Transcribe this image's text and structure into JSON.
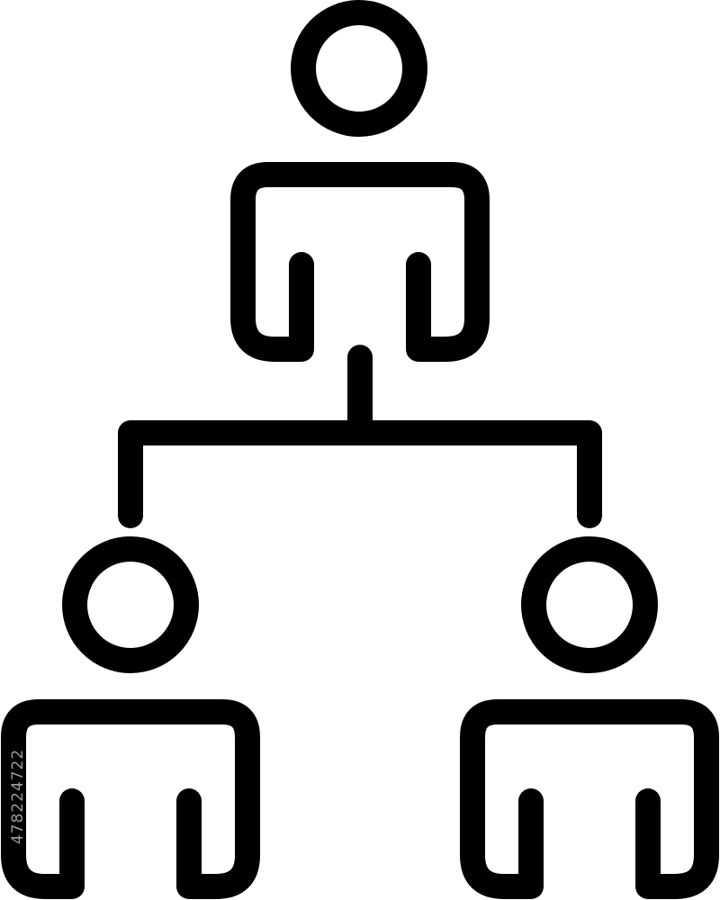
{
  "icon": {
    "name": "organization-hierarchy-icon",
    "stroke_color": "#000000",
    "background_color": "#ffffff",
    "members": [
      "top-person",
      "bottom-left-person",
      "bottom-right-person"
    ]
  },
  "watermark": {
    "id_text": "478224722"
  }
}
